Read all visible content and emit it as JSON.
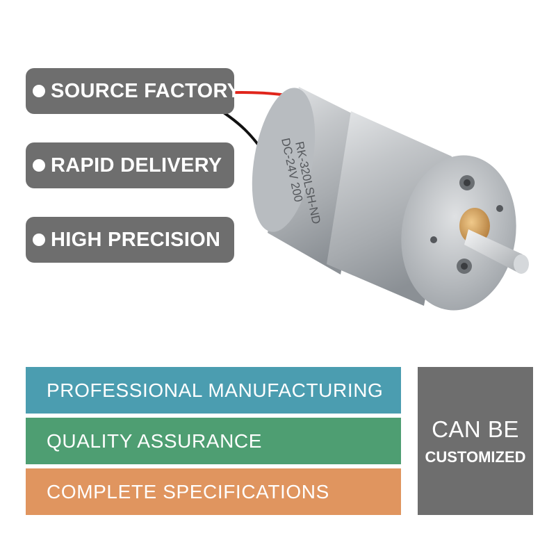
{
  "features": [
    {
      "label": "SOURCE FACTORY"
    },
    {
      "label": "RAPID DELIVERY"
    },
    {
      "label": "HIGH PRECISION"
    }
  ],
  "bars": [
    {
      "label": "PROFESSIONAL MANUFACTURING",
      "color": "#4b9db0"
    },
    {
      "label": "QUALITY ASSURANCE",
      "color": "#4e9e72"
    },
    {
      "label": "COMPLETE SPECIFICATIONS",
      "color": "#e0955f"
    }
  ],
  "custom_box": {
    "line1": "CAN BE",
    "line2": "CUSTOMIZED"
  },
  "motor": {
    "label_line1": "RK-320LSH-ND",
    "label_line2": "DC-24V 200"
  },
  "colors": {
    "pill": "#6e6e6e",
    "custom_box": "#6e6e6e"
  }
}
